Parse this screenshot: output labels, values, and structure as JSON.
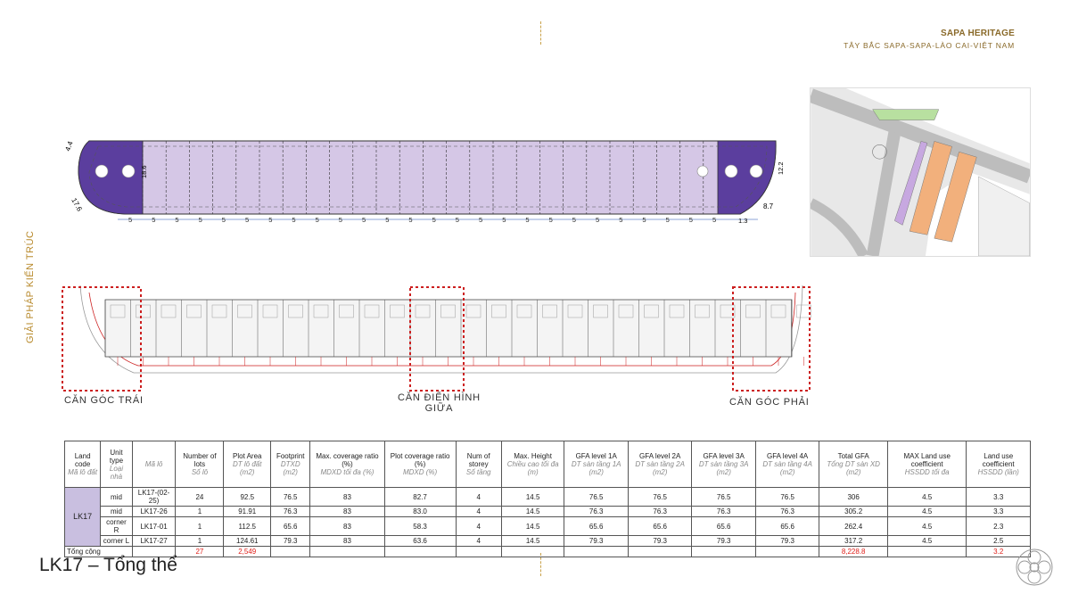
{
  "brand": {
    "title": "SAPA HERITAGE",
    "subtitle": "TÂY BẮC SAPA-SAPA-LÀO CAI-VIỆT NAM"
  },
  "side_label": "GIẢI PHÁP KIẾN TRÚC",
  "page_title": "LK17 – Tổng thể",
  "plan_top": {
    "dims": {
      "left_edge": "4.4",
      "left_corner": "17.6",
      "left_depth": "18.6",
      "right_depth": "12.2",
      "right_corner": "8.7",
      "right_step": "1.3",
      "lot_width": "5"
    }
  },
  "callouts": {
    "left": "CĂN GÓC TRÁI",
    "middle_line1": "CĂN ĐIỂN HÌNH",
    "middle_line2": "GIỮA",
    "right": "CĂN GÓC PHẢI"
  },
  "colors": {
    "corner": "#5b3e9e",
    "mid": "#d5c7e6",
    "highlight": "#cc1f1f",
    "gold": "#b88a2c"
  },
  "table": {
    "headers": [
      {
        "en": "Land code",
        "vi": "Mã lô đất"
      },
      {
        "en": "Unit type",
        "vi": "Loại nhà"
      },
      {
        "en": "",
        "vi": "Mã lô"
      },
      {
        "en": "Number of lots",
        "vi": "Số lô"
      },
      {
        "en": "Plot Area",
        "vi": "DT lô đất (m2)"
      },
      {
        "en": "Footprint",
        "vi": "DTXD (m2)"
      },
      {
        "en": "Max. coverage ratio (%)",
        "vi": "MDXD tối đa (%)"
      },
      {
        "en": "Plot coverage ratio (%)",
        "vi": "MDXD (%)"
      },
      {
        "en": "Num of storey",
        "vi": "Số tầng"
      },
      {
        "en": "Max. Height",
        "vi": "Chiều cao tối đa (m)"
      },
      {
        "en": "GFA level 1A",
        "vi": "DT sàn tầng 1A (m2)"
      },
      {
        "en": "GFA level 2A",
        "vi": "DT sàn tầng 2A (m2)"
      },
      {
        "en": "GFA level 3A",
        "vi": "DT sàn tầng 3A (m2)"
      },
      {
        "en": "GFA level 4A",
        "vi": "DT sàn tầng 4A (m2)"
      },
      {
        "en": "Total GFA",
        "vi": "Tổng DT sàn XD (m2)"
      },
      {
        "en": "MAX Land use coefficient",
        "vi": "HSSDD tối đa"
      },
      {
        "en": "Land use coefficient",
        "vi": "HSSDD (lần)"
      }
    ],
    "land_code": "LK17",
    "rows": [
      [
        "mid",
        "LK17-(02-25)",
        "24",
        "92.5",
        "76.5",
        "83",
        "82.7",
        "4",
        "14.5",
        "76.5",
        "76.5",
        "76.5",
        "76.5",
        "306",
        "4.5",
        "3.3"
      ],
      [
        "mid",
        "LK17-26",
        "1",
        "91.91",
        "76.3",
        "83",
        "83.0",
        "4",
        "14.5",
        "76.3",
        "76.3",
        "76.3",
        "76.3",
        "305.2",
        "4.5",
        "3.3"
      ],
      [
        "corner R",
        "LK17-01",
        "1",
        "112.5",
        "65.6",
        "83",
        "58.3",
        "4",
        "14.5",
        "65.6",
        "65.6",
        "65.6",
        "65.6",
        "262.4",
        "4.5",
        "2.3"
      ],
      [
        "corner L",
        "LK17-27",
        "1",
        "124.61",
        "79.3",
        "83",
        "63.6",
        "4",
        "14.5",
        "79.3",
        "79.3",
        "79.3",
        "79.3",
        "317.2",
        "4.5",
        "2.5"
      ]
    ],
    "total": {
      "label": "Tổng cộng",
      "lots": "27",
      "area": "2,549",
      "gfa": "8,228.8",
      "coef": "3.2"
    }
  }
}
